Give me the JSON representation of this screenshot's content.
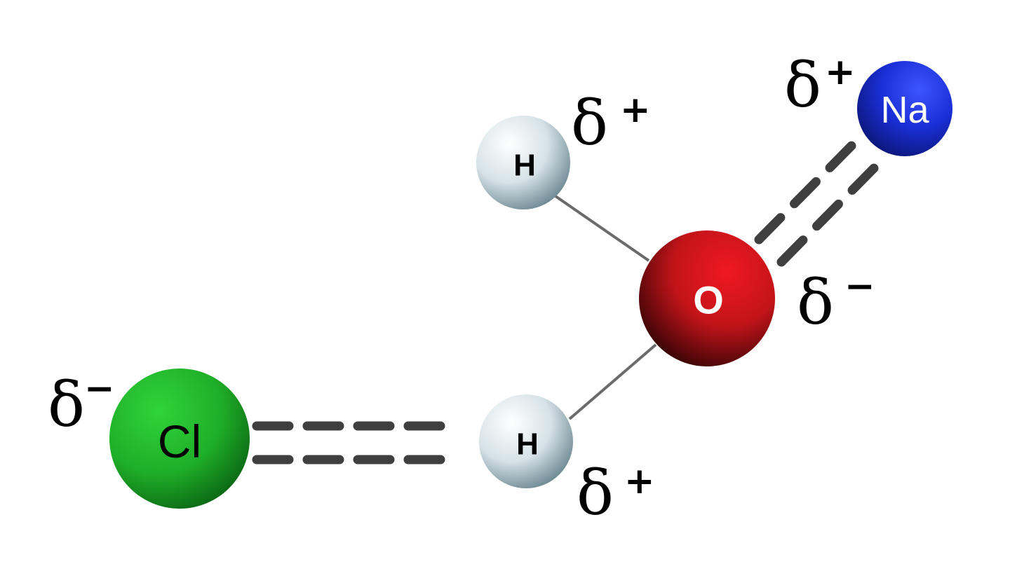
{
  "atoms": {
    "cl": {
      "label": "Cl",
      "color": "#22b02a"
    },
    "h_top": {
      "label": "H",
      "color": "#dfe8ec"
    },
    "h_bottom": {
      "label": "H",
      "color": "#dfe8ec"
    },
    "o": {
      "label": "O",
      "color": "#d9141c"
    },
    "na": {
      "label": "Na",
      "color": "#1a2fd6"
    }
  },
  "charges": {
    "cl": {
      "symbol": "δ",
      "sign": "−"
    },
    "h_top": {
      "symbol": "δ",
      "sign": "+"
    },
    "h_bottom": {
      "symbol": "δ",
      "sign": "+"
    },
    "o": {
      "symbol": "δ",
      "sign": "−"
    },
    "na": {
      "symbol": "δ",
      "sign": "+"
    }
  },
  "bonds": {
    "covalent_color": "#6b6b6b",
    "dashed_color": "#3f3f3f"
  }
}
